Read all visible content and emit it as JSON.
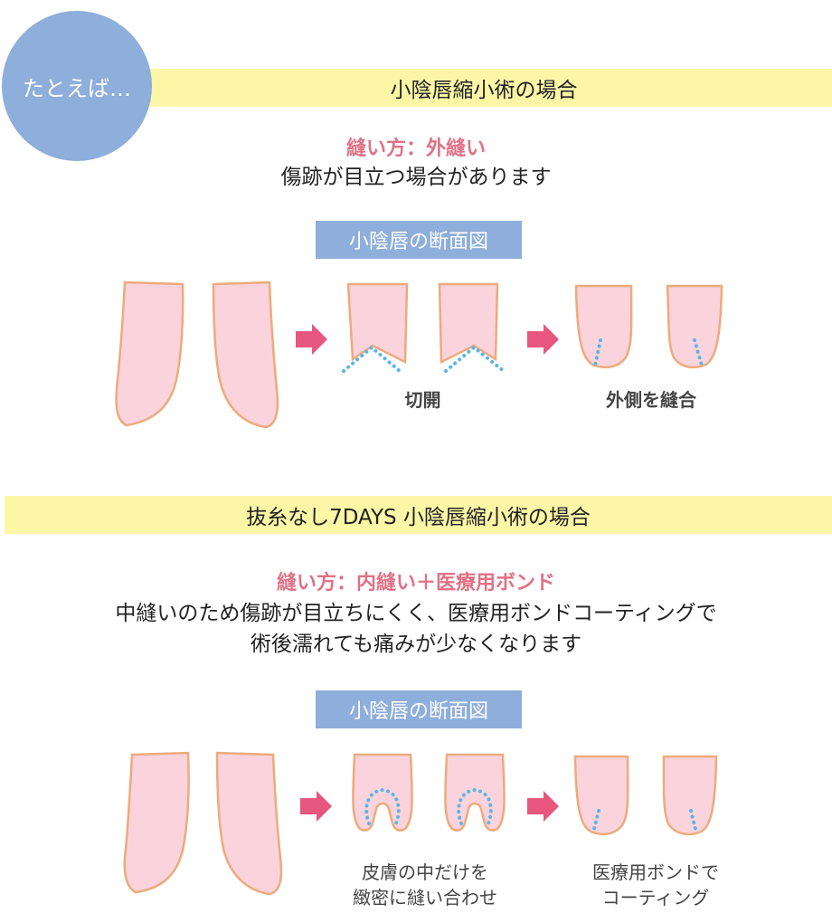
{
  "badge": "たとえば…",
  "section1": {
    "title": "小陰唇縮小術の場合",
    "method": "縫い方：外縫い",
    "description": "傷跡が目立つ場合があります",
    "diagram_label": "小陰唇の断面図",
    "caption_cut": "切開",
    "caption_suture": "外側を縫合"
  },
  "section2": {
    "title": "抜糸なし7DAYS 小陰唇縮小術の場合",
    "method": "縫い方：内縫い＋医療用ボンド",
    "description_line1": "中縫いのため傷跡が目立ちにくく、医療用ボンドコーティングで",
    "description_line2": "術後濡れても痛みが少なくなります",
    "diagram_label": "小陰唇の断面図",
    "caption_inner_line1": "皮膚の中だけを",
    "caption_inner_line2": "緻密に縫い合わせ",
    "caption_bond_line1": "医療用ボンドで",
    "caption_bond_line2": "コーティング"
  },
  "colors": {
    "band": "#fcf6a6",
    "badge": "#8eaedb",
    "method_text": "#e07186",
    "tissue_fill": "#fbd3dc",
    "tissue_stroke": "#ecab7d",
    "arrow": "#e7567f",
    "stitch": "#59b5e6"
  }
}
